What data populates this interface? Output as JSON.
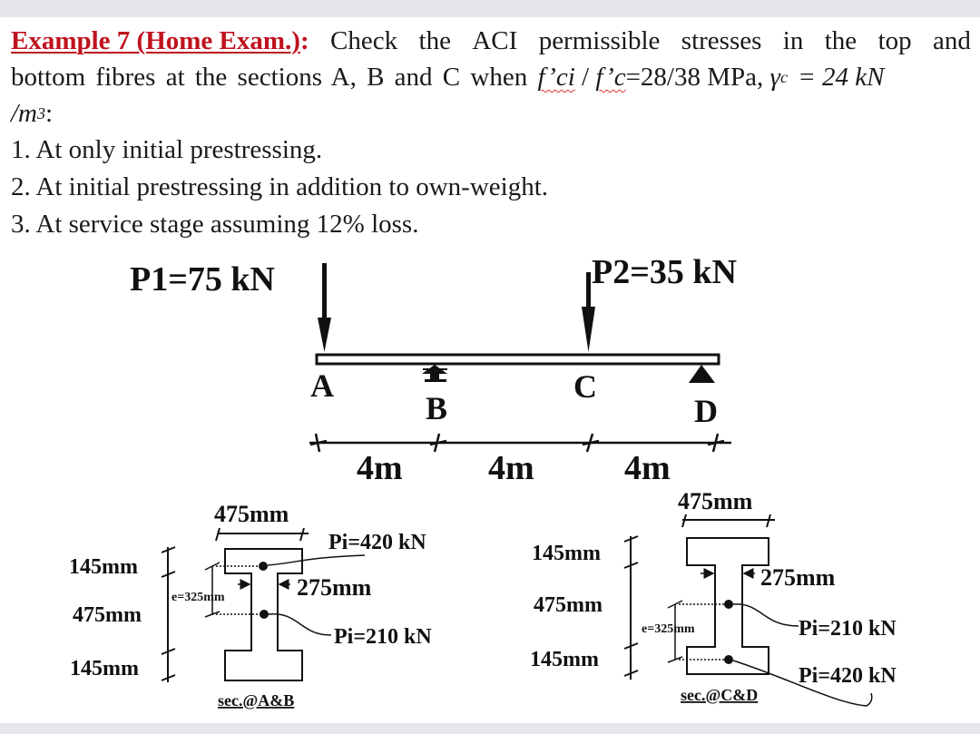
{
  "problem": {
    "title": "Example 7 (Home Exam.)",
    "title_colon": ":",
    "intro_line1_words": [
      "Check",
      "the",
      "ACI",
      "permissible",
      "stresses",
      "in",
      "the",
      "top",
      "and"
    ],
    "intro_line2_prefix": "bottom fibres at the sections A, B and C when ",
    "fci_symbol": "f’ci",
    "slash": " / ",
    "fc_symbol": "f’c",
    "strength_values": "=28/38 MPa, ",
    "gamma_symbol": "γ",
    "gamma_sub": "c",
    "gamma_value": " = 24 kN",
    "unit_line3": "/m",
    "unit_exp": "3",
    "unit_colon": ":",
    "tasks": [
      "1. At only initial prestressing.",
      "2. At initial prestressing in addition to own-weight.",
      "3. At service stage assuming 12% loss."
    ]
  },
  "beam": {
    "loads": [
      {
        "label": "P1=75 kN",
        "point": "A"
      },
      {
        "label": "P2=35 kN",
        "point": "C"
      }
    ],
    "points": [
      "A",
      "B",
      "C",
      "D"
    ],
    "supports": {
      "B": "roller",
      "D": "pin"
    },
    "spans": [
      "4m",
      "4m",
      "4m"
    ]
  },
  "sections": [
    {
      "caption": "sec.@A&B",
      "top_width": "475mm",
      "top_flange": "145mm",
      "web_height": "475mm",
      "bottom_flange": "145mm",
      "web_width": "275mm",
      "eccentricity": "e=325mm",
      "tendon_upper": "Pi=420 kN",
      "tendon_lower": "Pi=210 kN"
    },
    {
      "caption": "sec.@C&D",
      "top_width": "475mm",
      "top_flange": "145mm",
      "web_height": "475mm",
      "bottom_flange": "145mm",
      "web_width": "275mm",
      "eccentricity": "e=325mm",
      "tendon_upper": "Pi=210 kN",
      "tendon_lower": "Pi=420 kN"
    }
  ],
  "colors": {
    "title_red": "#c0121e",
    "background_gray": "#e6e7eb",
    "page_white": "#ffffff",
    "ink": "#111111"
  }
}
